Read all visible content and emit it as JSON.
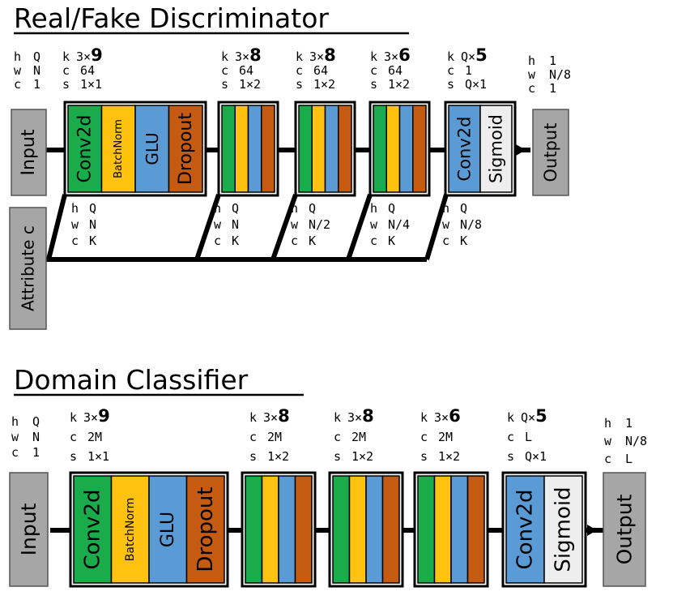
{
  "colors": {
    "conv": "#1aab4b",
    "batchnorm": "#ffc20e",
    "glu": "#5b9bd5",
    "dropout": "#c55a11",
    "sigmoid": "#eeeeee",
    "io": "#a6a6a6",
    "line": "#000000"
  },
  "block_labels": {
    "conv2d": "Conv2d",
    "batchnorm": "BatchNorm",
    "glu": "GLU",
    "dropout": "Dropout",
    "sigmoid": "Sigmoid",
    "input": "Input",
    "output": "Output",
    "attribute": "Attribute c"
  },
  "disc": {
    "title": "Real/Fake Discriminator",
    "input_params": [
      [
        "h",
        "Q"
      ],
      [
        "w",
        "N"
      ],
      [
        "c",
        "1"
      ]
    ],
    "output_params": [
      [
        "h",
        "1"
      ],
      [
        "w",
        "N/8"
      ],
      [
        "c",
        "1"
      ]
    ],
    "layers": [
      {
        "k_key": "k",
        "k_pre": "3×",
        "k_big": "9",
        "c_key": "c",
        "c_val": "64",
        "s_key": "s",
        "s_val": "1×1"
      },
      {
        "k_key": "k",
        "k_pre": "3×",
        "k_big": "8",
        "c_key": "c",
        "c_val": "64",
        "s_key": "s",
        "s_val": "1×2"
      },
      {
        "k_key": "k",
        "k_pre": "3×",
        "k_big": "8",
        "c_key": "c",
        "c_val": "64",
        "s_key": "s",
        "s_val": "1×2"
      },
      {
        "k_key": "k",
        "k_pre": "3×",
        "k_big": "6",
        "c_key": "c",
        "c_val": "64",
        "s_key": "s",
        "s_val": "1×2"
      },
      {
        "k_key": "k",
        "k_pre": "Q×",
        "k_big": "5",
        "c_key": "c",
        "c_val": "1",
        "s_key": "s",
        "s_val": "Q×1"
      }
    ],
    "attr_params": [
      [
        [
          "h",
          "Q"
        ],
        [
          "w",
          "N"
        ],
        [
          "c",
          "K"
        ]
      ],
      [
        [
          "h",
          "Q"
        ],
        [
          "w",
          "N"
        ],
        [
          "c",
          "K"
        ]
      ],
      [
        [
          "h",
          "Q"
        ],
        [
          "w",
          "N/2"
        ],
        [
          "c",
          "K"
        ]
      ],
      [
        [
          "h",
          "Q"
        ],
        [
          "w",
          "N/4"
        ],
        [
          "c",
          "K"
        ]
      ],
      [
        [
          "h",
          "Q"
        ],
        [
          "w",
          "N/8"
        ],
        [
          "c",
          "K"
        ]
      ]
    ]
  },
  "dom": {
    "title": "Domain Classifier",
    "input_params": [
      [
        "h",
        "Q"
      ],
      [
        "w",
        "N"
      ],
      [
        "c",
        "1"
      ]
    ],
    "output_params": [
      [
        "h",
        "1"
      ],
      [
        "w",
        "N/8"
      ],
      [
        "c",
        "L"
      ]
    ],
    "layers": [
      {
        "k_key": "k",
        "k_pre": "3×",
        "k_big": "9",
        "c_key": "c",
        "c_val": "2M",
        "s_key": "s",
        "s_val": "1×1"
      },
      {
        "k_key": "k",
        "k_pre": "3×",
        "k_big": "8",
        "c_key": "c",
        "c_val": "2M",
        "s_key": "s",
        "s_val": "1×2"
      },
      {
        "k_key": "k",
        "k_pre": "3×",
        "k_big": "8",
        "c_key": "c",
        "c_val": "2M",
        "s_key": "s",
        "s_val": "1×2"
      },
      {
        "k_key": "k",
        "k_pre": "3×",
        "k_big": "6",
        "c_key": "c",
        "c_val": "2M",
        "s_key": "s",
        "s_val": "1×2"
      },
      {
        "k_key": "k",
        "k_pre": "Q×",
        "k_big": "5",
        "c_key": "c",
        "c_val": "L",
        "s_key": "s",
        "s_val": "Q×1"
      }
    ]
  }
}
